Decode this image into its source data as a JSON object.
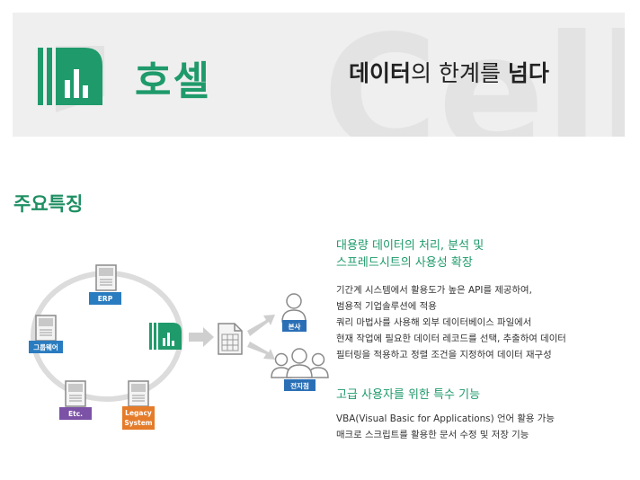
{
  "banner": {
    "brand_name": "호셀",
    "watermark_text": "Cell",
    "slogan_part1": "데이터",
    "slogan_part2": "의 한계를 ",
    "slogan_part3": "넘다",
    "colors": {
      "brand_green": "#1f9a6b",
      "banner_bg": "#efefef"
    }
  },
  "section_title": "주요특징",
  "diagram": {
    "nodes": [
      {
        "label": "ERP",
        "icon": "server-icon",
        "color": "#2a7cc0"
      },
      {
        "label": "그룹웨어",
        "icon": "server-icon",
        "color": "#2a7cc0"
      },
      {
        "label": "Etc.",
        "icon": "server-icon",
        "color": "#7b52a6"
      },
      {
        "label": "Legacy System",
        "label_line1": "Legacy",
        "label_line2": "System",
        "icon": "server-icon",
        "color": "#e57c2a"
      }
    ],
    "center_icon": "hocell-logo-icon",
    "spreadsheet_icon": "spreadsheet-icon",
    "targets": [
      {
        "label": "본사",
        "icon": "single-person-icon",
        "color": "#2a6fb6"
      },
      {
        "label": "전지점",
        "icon": "group-people-icon",
        "color": "#2a6fb6"
      }
    ]
  },
  "features": [
    {
      "title_lines": [
        "대용량 데이터의 처리, 분석 및",
        "스프레드시트의 사용성 확장"
      ],
      "body_lines": [
        "기간계 시스템에서 활용도가 높은 API를 제공하여,",
        "범용적 기업솔루션에 적용",
        "쿼리 마법사를 사용해 외부 데이터베이스 파일에서",
        "현재 작업에 필요한 데이터 레코드를 선택, 추출하여 데이터",
        "필터링을 적용하고 정렬 조건을 지정하여 데이터 재구성"
      ]
    },
    {
      "title_lines": [
        "고급 사용자를 위한 특수 기능"
      ],
      "body_lines": [
        "VBA(Visual Basic for Applications) 언어 활용 가능",
        "매크로 스크립트를 활용한 문서 수정 및 저장 기능"
      ]
    }
  ]
}
